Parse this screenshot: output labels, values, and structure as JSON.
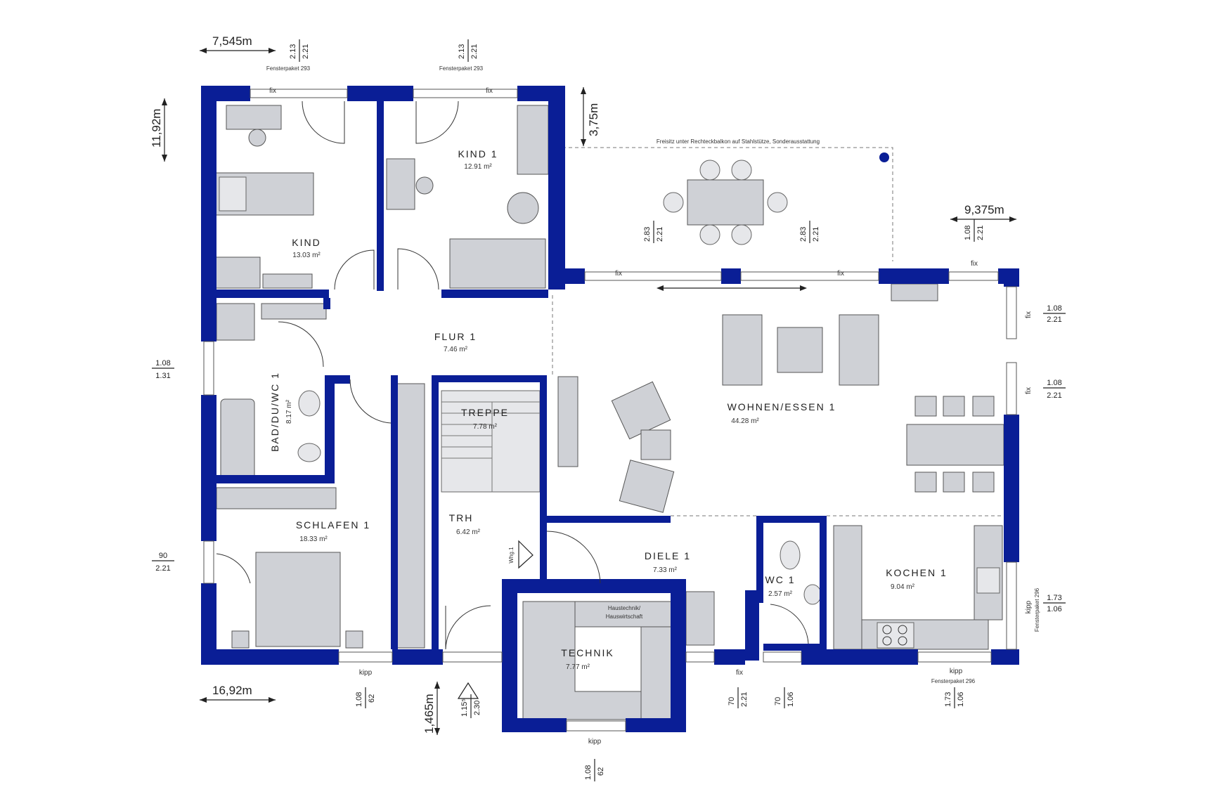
{
  "rooms": [
    {
      "id": "kind",
      "name": "KIND",
      "area": "13.03 m²"
    },
    {
      "id": "kind1",
      "name": "KIND 1",
      "area": "12.91 m²"
    },
    {
      "id": "flur1",
      "name": "FLUR 1",
      "area": "7.46 m²"
    },
    {
      "id": "bad",
      "name": "BAD/DU/WC 1",
      "area": "8.17 m²"
    },
    {
      "id": "treppe",
      "name": "TREPPE",
      "area": "7.78 m²"
    },
    {
      "id": "wohnen",
      "name": "WOHNEN/ESSEN 1",
      "area": "44.28 m²"
    },
    {
      "id": "schlafen",
      "name": "SCHLAFEN 1",
      "area": "18.33 m²"
    },
    {
      "id": "trh",
      "name": "TRH",
      "area": "6.42 m²"
    },
    {
      "id": "diele",
      "name": "DIELE 1",
      "area": "7.33 m²"
    },
    {
      "id": "wc1",
      "name": "WC 1",
      "area": "2.57 m²"
    },
    {
      "id": "kochen",
      "name": "KOCHEN 1",
      "area": "9.04 m²"
    },
    {
      "id": "technik",
      "name": "TECHNIK",
      "area": "7.77 m²"
    }
  ],
  "dimensions": {
    "d7545": "7,545m",
    "d1192": "11,92m",
    "d375": "3,75m",
    "d9375": "9,375m",
    "d1692": "16,92m",
    "d1465": "1,465m"
  },
  "window_specs": {
    "top_left": {
      "a": "2.13",
      "b": "2.21",
      "pkg": "Fensterpaket 293"
    },
    "top_mid": {
      "a": "2.13",
      "b": "2.21",
      "pkg": "Fensterpaket 293"
    },
    "terrace_left": {
      "a": "2.83",
      "b": "2.21"
    },
    "terrace_right": {
      "a": "2.83",
      "b": "2.21"
    },
    "right_top": {
      "a": "1.08",
      "b": "2.21"
    },
    "right_1": {
      "a": "1.08",
      "b": "2.21"
    },
    "right_2": {
      "a": "1.08",
      "b": "2.21"
    },
    "right_3": {
      "a": "1.73",
      "b": "1.06",
      "pkg": "Fensterpaket 296"
    },
    "left_1": {
      "a": "1.08",
      "b": "1.31"
    },
    "left_2": {
      "a": "90",
      "b": "2.21"
    },
    "bottom_1": {
      "a": "1.08",
      "b": "62"
    },
    "bottom_entry": {
      "a": "1.15⁵",
      "b": "2.30"
    },
    "bottom_2": {
      "a": "70",
      "b": "2.21"
    },
    "bottom_3": {
      "a": "70",
      "b": "1.06"
    },
    "bottom_4": {
      "a": "1.73",
      "b": "1.06",
      "pkg": "Fensterpaket 296"
    },
    "bottom_5": {
      "a": "1.08",
      "b": "62"
    }
  },
  "labels": {
    "fix": "fix",
    "kipp": "kipp",
    "terrace_note": "Freisitz unter Rechteckbalkon auf Stahlstütze, Sonderausstattung",
    "haustechnik": "Haustechnik/",
    "hauswirtschaft": "Hauswirtschaft",
    "whg": "Whg.1"
  }
}
